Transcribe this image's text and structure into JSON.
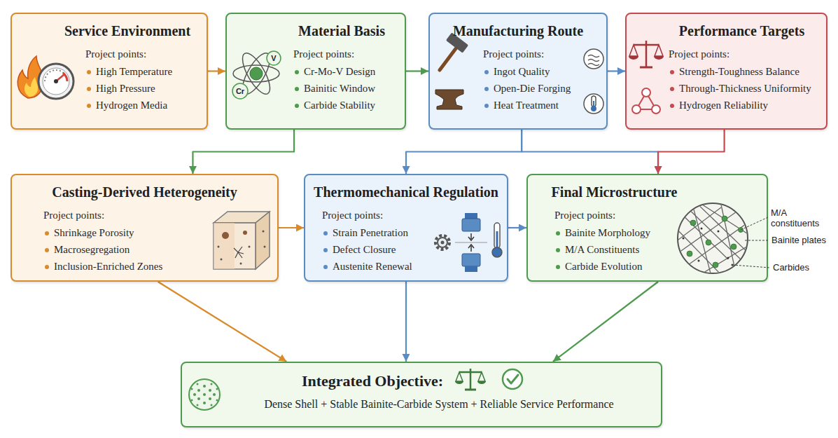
{
  "diagram": {
    "nodes": [
      {
        "text": [
          "Service Environment",
          "Project points:",
          "High Temperature",
          "High Pressure",
          "Hydrogen Media"
        ]
      },
      {
        "text": [
          "Material Basis",
          "Project points:",
          "Cr-Mo-V Design",
          "Bainitic Window",
          "Carbide Stability"
        ]
      },
      {
        "text": [
          "Manufacturing Route",
          "Project points:",
          "Ingot Quality",
          "Open-Die Forging",
          "Heat Treatment"
        ]
      },
      {
        "text": [
          "Performance Targets",
          "Project points:",
          "Strength-Toughness Balance",
          "Through-Thickness Uniformity",
          "Hydrogen Reliability"
        ]
      },
      {
        "text": [
          "Casting-Derived Heterogeneity",
          "Project points:",
          "Shrinkage Porosity",
          "Macrosegregation",
          "Inclusion-Enriched Zones"
        ]
      },
      {
        "text": [
          "Thermomechanical Regulation",
          "Project points:",
          "Strain Penetration",
          "Defect Closure",
          "Austenite Renewal"
        ]
      },
      {
        "text": [
          "Final Microstructure",
          "Project points:",
          "Bainite Morphology",
          "M/A Constituents",
          "Carbide Evolution"
        ]
      },
      {
        "text": [
          "Integrated Objective:",
          "Dense Shell + Stable Bainite-Carbide System + Reliable Service Performance"
        ]
      }
    ],
    "edges": [
      {
        "from": 0,
        "to": 1,
        "arrow": "to"
      },
      {
        "from": 1,
        "to": 2,
        "arrow": "to"
      },
      {
        "from": 2,
        "to": 3,
        "arrow": "to"
      },
      {
        "from": 1,
        "to": 4,
        "arrow": "to"
      },
      {
        "from": 2,
        "to": 5,
        "arrow": "to"
      },
      {
        "from": 2,
        "to": 6,
        "arrow": "to"
      },
      {
        "from": 3,
        "to": 6,
        "arrow": "to"
      },
      {
        "from": 4,
        "to": 5,
        "arrow": "to"
      },
      {
        "from": 5,
        "to": 6,
        "arrow": "to"
      },
      {
        "from": 4,
        "to": 7,
        "arrow": "to"
      },
      {
        "from": 5,
        "to": 7,
        "arrow": "to"
      },
      {
        "from": 6,
        "to": 7,
        "arrow": "to"
      }
    ],
    "labels": [
      "Cr",
      "V",
      "M/A constituents",
      "Bainite plates",
      "Carbides"
    ]
  }
}
